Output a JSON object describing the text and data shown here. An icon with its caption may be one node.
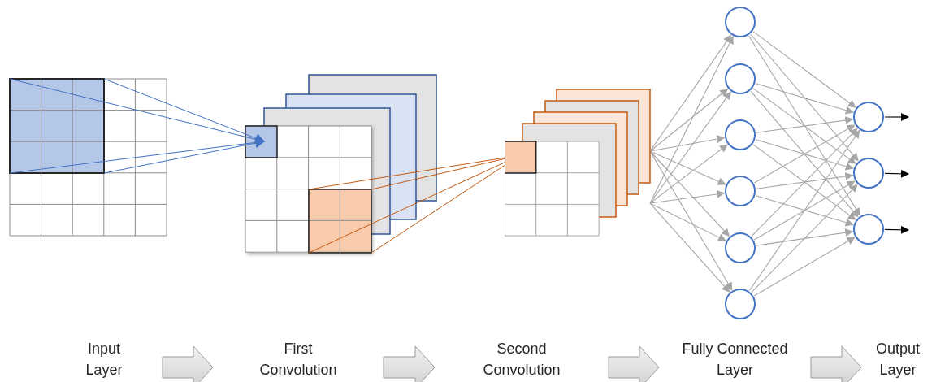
{
  "diagram": {
    "nodes": [
      {
        "text": [
          "Input Layer"
        ]
      },
      {
        "text": [
          "First Convolution"
        ]
      },
      {
        "text": [
          "Second Convolution"
        ]
      },
      {
        "text": [
          "Fully Connected Layer"
        ]
      },
      {
        "text": [
          "Output Layer"
        ]
      },
      {
        "text": [],
        "shape": "box"
      },
      {
        "text": [],
        "shape": "circle"
      },
      {
        "text": [],
        "shape": "circle"
      },
      {
        "text": [],
        "shape": "circle"
      },
      {
        "text": [],
        "shape": "circle"
      },
      {
        "text": [],
        "shape": "circle"
      },
      {
        "text": [],
        "shape": "circle"
      },
      {
        "text": [],
        "shape": "circle"
      },
      {
        "text": [],
        "shape": "circle"
      },
      {
        "text": [],
        "shape": "circle"
      }
    ],
    "edges": [
      {
        "from": 0,
        "to": 1,
        "arrow": "to",
        "style": "thick"
      },
      {
        "from": 1,
        "to": 2,
        "arrow": "to",
        "style": "thick"
      },
      {
        "from": 2,
        "to": 3,
        "arrow": "to",
        "style": "thick"
      },
      {
        "from": 3,
        "to": 4,
        "arrow": "to",
        "style": "thick"
      },
      {
        "from": 5,
        "to": 6,
        "arrow": "to"
      },
      {
        "from": 5,
        "to": 7,
        "arrow": "to"
      },
      {
        "from": 5,
        "to": 8,
        "arrow": "to"
      },
      {
        "from": 5,
        "to": 9,
        "arrow": "to"
      },
      {
        "from": 5,
        "to": 10,
        "arrow": "to"
      },
      {
        "from": 5,
        "to": 11,
        "arrow": "to"
      },
      {
        "from": 5,
        "to": 6,
        "arrow": "to"
      },
      {
        "from": 5,
        "to": 7,
        "arrow": "to"
      },
      {
        "from": 5,
        "to": 8,
        "arrow": "to"
      },
      {
        "from": 5,
        "to": 9,
        "arrow": "to"
      },
      {
        "from": 5,
        "to": 10,
        "arrow": "to"
      },
      {
        "from": 5,
        "to": 11,
        "arrow": "to"
      },
      {
        "from": 6,
        "to": 12,
        "arrow": "to"
      },
      {
        "from": 6,
        "to": 13,
        "arrow": "to"
      },
      {
        "from": 6,
        "to": 14,
        "arrow": "to"
      },
      {
        "from": 7,
        "to": 12,
        "arrow": "to"
      },
      {
        "from": 7,
        "to": 13,
        "arrow": "to"
      },
      {
        "from": 7,
        "to": 14,
        "arrow": "to"
      },
      {
        "from": 8,
        "to": 12,
        "arrow": "to"
      },
      {
        "from": 8,
        "to": 13,
        "arrow": "to"
      },
      {
        "from": 8,
        "to": 14,
        "arrow": "to"
      },
      {
        "from": 9,
        "to": 12,
        "arrow": "to"
      },
      {
        "from": 9,
        "to": 13,
        "arrow": "to"
      },
      {
        "from": 9,
        "to": 14,
        "arrow": "to"
      },
      {
        "from": 10,
        "to": 12,
        "arrow": "to"
      },
      {
        "from": 10,
        "to": 13,
        "arrow": "to"
      },
      {
        "from": 10,
        "to": 14,
        "arrow": "to"
      },
      {
        "from": 11,
        "to": 12,
        "arrow": "to"
      },
      {
        "from": 11,
        "to": 13,
        "arrow": "to"
      },
      {
        "from": 11,
        "to": 14,
        "arrow": "to"
      },
      {
        "from": 12,
        "to": null,
        "arrow": "to",
        "color": "#000000"
      },
      {
        "from": 13,
        "to": null,
        "arrow": "to",
        "color": "#000000"
      },
      {
        "from": 14,
        "to": null,
        "arrow": "to",
        "color": "#000000"
      }
    ]
  }
}
